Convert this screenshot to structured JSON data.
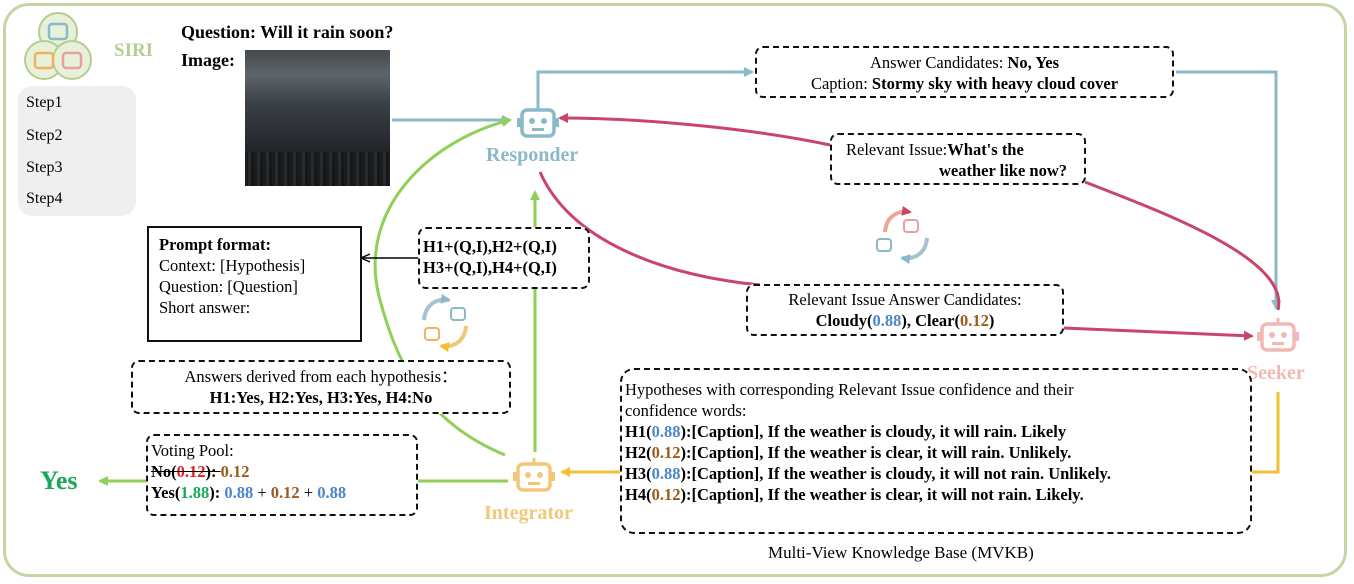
{
  "logo": {
    "text": "SIRI"
  },
  "legend": {
    "items": [
      {
        "label": "Step1",
        "color": "#8ab9c8"
      },
      {
        "label": "Step2",
        "color": "#c9466a"
      },
      {
        "label": "Step3",
        "color": "#f2c030"
      },
      {
        "label": "Step4",
        "color": "#8fcf5a"
      }
    ]
  },
  "question": {
    "label": "Question: Will it rain soon?",
    "image_label": "Image:"
  },
  "agents": {
    "responder": {
      "label": "Responder",
      "color": "#8ab9c8"
    },
    "seeker": {
      "label": "Seeker",
      "color": "#f2b9b4"
    },
    "integrator": {
      "label": "Integrator",
      "color": "#f2c878"
    }
  },
  "answer_candidates": {
    "line1_prefix": "Answer Candidates: ",
    "line1_value": "No, Yes",
    "line2_prefix": "Caption: ",
    "line2_value": "Stormy sky with heavy cloud cover"
  },
  "relevant_issue": {
    "prefix": "Relevant Issue:",
    "value_line1": "What's the",
    "value_line2": "weather like now?"
  },
  "relevant_answers": {
    "title": "Relevant Issue Answer Candidates:",
    "cloudy": "Cloudy(",
    "cloudy_val": "0.88",
    "mid": "), Clear(",
    "clear_val": "0.12",
    "end": ")"
  },
  "hypothesis_pairs": {
    "line1": "H1+(Q,I),H2+(Q,I)",
    "line2": "H3+(Q,I),H4+(Q,I)"
  },
  "prompt_format": {
    "title": "Prompt format:",
    "line1": "Context: [Hypothesis]",
    "line2": "Question: [Question]",
    "line3": "Short answer:"
  },
  "answers_derived": {
    "title": "Answers derived from each hypothesis：",
    "values": "H1:Yes, H2:Yes, H3:Yes, H4:No"
  },
  "voting_pool": {
    "title": "Voting Pool:",
    "no_label": "No(",
    "no_val": "0.12",
    "no_end": "): ",
    "no_sum": "0.12",
    "yes_label": "Yes(",
    "yes_val": "1.88",
    "yes_end": "): ",
    "yes_t1": "0.88",
    "plus1": " + ",
    "yes_t2": "0.12",
    "plus2": " + ",
    "yes_t3": "0.88"
  },
  "final_answer": "Yes",
  "mvkb": {
    "intro_line1": "Hypotheses with corresponding Relevant Issue confidence and their",
    "intro_line2": "confidence words:",
    "hypotheses": [
      {
        "id": "H1(",
        "conf": "0.88",
        "text": "):[Caption], If the weather is cloudy, it will rain. Likely"
      },
      {
        "id": "H2(",
        "conf": "0.12",
        "text": "):[Caption], If the weather is clear, it will rain. Unlikely."
      },
      {
        "id": "H3(",
        "conf": "0.88",
        "text": "):[Caption], If the weather is cloudy, it will not rain. Unlikely."
      },
      {
        "id": "H4(",
        "conf": "0.12",
        "text": "):[Caption], If the weather is clear, it will not rain. Likely."
      }
    ],
    "caption": "Multi-View Knowledge Base (MVKB)"
  }
}
